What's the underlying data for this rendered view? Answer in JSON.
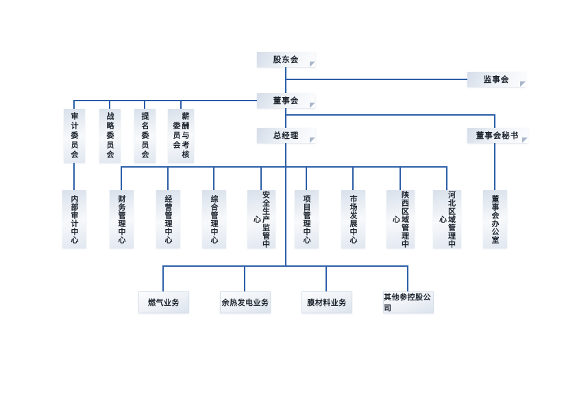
{
  "colors": {
    "line": "#2b5ea7",
    "fold": "#a9b7cb",
    "text": "#1b222c"
  },
  "org_chart": {
    "top": {
      "shareholders": "股东会",
      "supervisory_board": "监事会",
      "board_of_directors": "董事会",
      "general_manager": "总经理",
      "board_secretary": "董事会秘书"
    },
    "committees": [
      {
        "label": "审计委员会",
        "lines": [
          "审计委员会"
        ]
      },
      {
        "label": "战略委员会",
        "lines": [
          "战略委员会"
        ]
      },
      {
        "label": "提名委员会",
        "lines": [
          "提名委员会"
        ]
      },
      {
        "label": "薪酬与考核委员会",
        "lines": [
          "薪酬与考核",
          "委员会"
        ]
      }
    ],
    "departments": [
      {
        "label": "内部审计中心",
        "lines": [
          "内部审计中心"
        ]
      },
      {
        "label": "财务管理中心",
        "lines": [
          "财务管理中心"
        ]
      },
      {
        "label": "经营管理中心",
        "lines": [
          "经营管理中心"
        ]
      },
      {
        "label": "综合管理中心",
        "lines": [
          "综合管理中心"
        ]
      },
      {
        "label": "安全生产监管中心",
        "lines": [
          "安全生产监管中",
          "心"
        ]
      },
      {
        "label": "项目管理中心",
        "lines": [
          "项目管理中心"
        ]
      },
      {
        "label": "市场发展中心",
        "lines": [
          "市场发展中心"
        ]
      },
      {
        "label": "陕西区域管理中心",
        "lines": [
          "陕西区域管理中",
          "心"
        ]
      },
      {
        "label": "河北区域管理中心",
        "lines": [
          "河北区域管理中",
          "心"
        ]
      },
      {
        "label": "董事会办公室",
        "lines": [
          "董事会办公室"
        ]
      }
    ],
    "businesses": [
      {
        "label": "燃气业务"
      },
      {
        "label": "余热发电业务"
      },
      {
        "label": "膜材料业务"
      },
      {
        "label": "其他参控股公司"
      }
    ],
    "edges": [
      {
        "from": "股东会",
        "to": "董事会"
      },
      {
        "from": "股东会",
        "to": "监事会"
      },
      {
        "from": "董事会",
        "to": "审计委员会"
      },
      {
        "from": "董事会",
        "to": "战略委员会"
      },
      {
        "from": "董事会",
        "to": "提名委员会"
      },
      {
        "from": "董事会",
        "to": "薪酬与考核委员会"
      },
      {
        "from": "董事会",
        "to": "总经理"
      },
      {
        "from": "董事会",
        "to": "董事会秘书"
      },
      {
        "from": "审计委员会",
        "to": "内部审计中心"
      },
      {
        "from": "董事会秘书",
        "to": "董事会办公室"
      },
      {
        "from": "总经理",
        "to": "财务管理中心"
      },
      {
        "from": "总经理",
        "to": "经营管理中心"
      },
      {
        "from": "总经理",
        "to": "综合管理中心"
      },
      {
        "from": "总经理",
        "to": "安全生产监管中心"
      },
      {
        "from": "总经理",
        "to": "项目管理中心"
      },
      {
        "from": "总经理",
        "to": "市场发展中心"
      },
      {
        "from": "总经理",
        "to": "陕西区域管理中心"
      },
      {
        "from": "总经理",
        "to": "河北区域管理中心"
      },
      {
        "from": "总经理",
        "to": "燃气业务"
      },
      {
        "from": "总经理",
        "to": "余热发电业务"
      },
      {
        "from": "总经理",
        "to": "膜材料业务"
      },
      {
        "from": "总经理",
        "to": "其他参控股公司"
      }
    ]
  }
}
